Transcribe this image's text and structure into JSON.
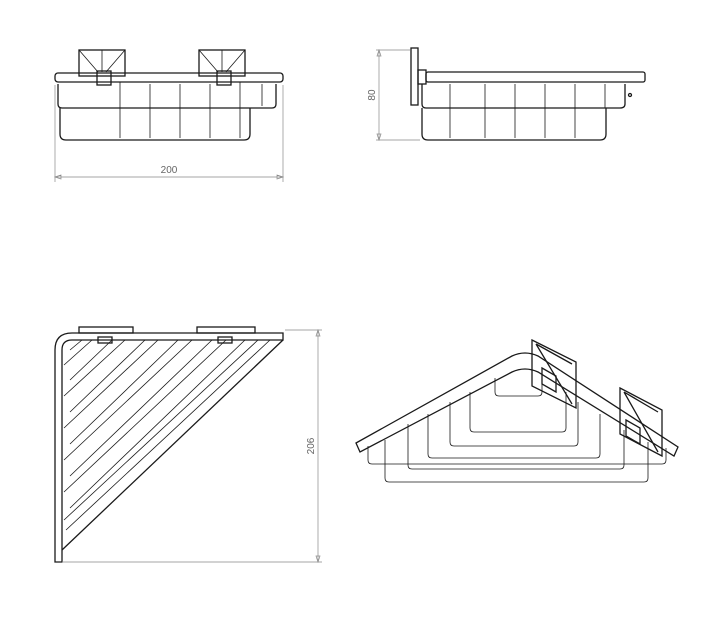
{
  "drawing": {
    "views": [
      "front-view",
      "side-view",
      "plan-view",
      "isometric-view"
    ],
    "dimensions": {
      "width": "200",
      "height": "80",
      "depth": "206"
    }
  }
}
